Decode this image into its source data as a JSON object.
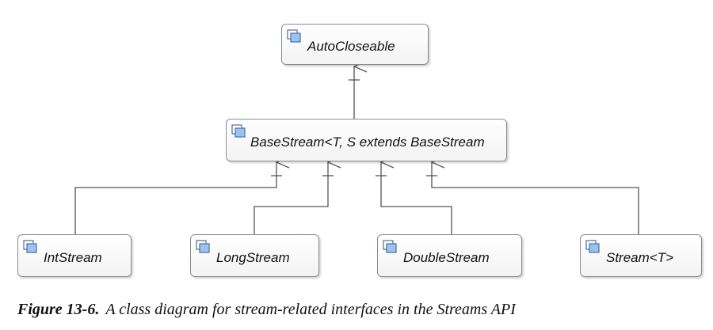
{
  "diagram": {
    "nodes": {
      "autocloseable": {
        "label": "AutoCloseable",
        "icon": "interface-icon"
      },
      "basestream": {
        "label": "BaseStream<T, S extends BaseStream"
      },
      "intstream": {
        "label": "IntStream",
        "icon": "interface-icon"
      },
      "longstream": {
        "label": "LongStream",
        "icon": "interface-icon"
      },
      "doublestream": {
        "label": "DoubleStream",
        "icon": "interface-icon"
      },
      "stream": {
        "label": "Stream<T>",
        "icon": "interface-icon"
      }
    },
    "edges": [
      {
        "from": "basestream",
        "to": "autocloseable",
        "type": "generalization"
      },
      {
        "from": "intstream",
        "to": "basestream",
        "type": "generalization"
      },
      {
        "from": "longstream",
        "to": "basestream",
        "type": "generalization"
      },
      {
        "from": "doublestream",
        "to": "basestream",
        "type": "generalization"
      },
      {
        "from": "stream",
        "to": "basestream",
        "type": "generalization"
      }
    ],
    "colors": {
      "icon_fill": "#9cc3f0",
      "icon_stroke": "#4a6fa5",
      "line": "#555555"
    }
  },
  "caption": {
    "figure_number": "Figure 13-6.",
    "text": "A class diagram for stream-related interfaces in the Streams API"
  }
}
